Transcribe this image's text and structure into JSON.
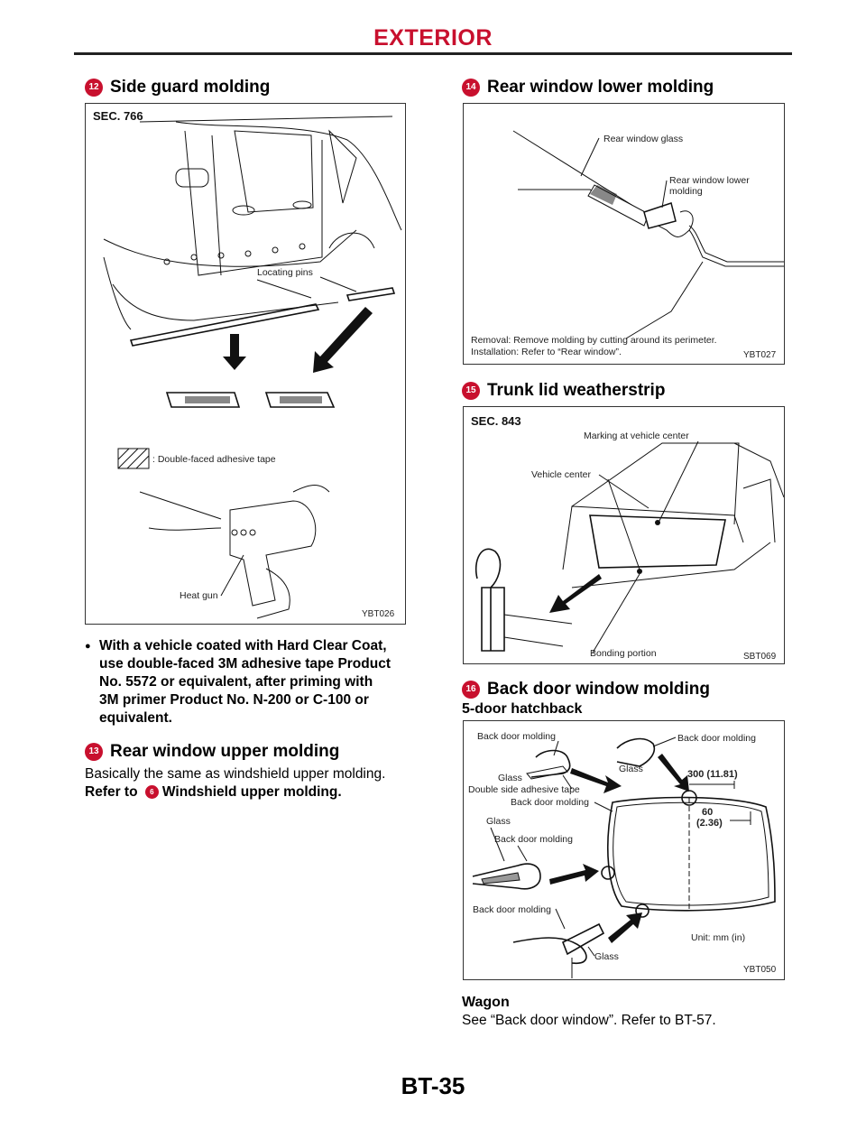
{
  "header": {
    "title": "EXTERIOR"
  },
  "footer": {
    "page": "BT-35"
  },
  "sections": {
    "s12": {
      "num": "12",
      "title": "Side guard molding"
    },
    "s13": {
      "num": "13",
      "title": "Rear window upper molding"
    },
    "s14": {
      "num": "14",
      "title": "Rear window lower molding"
    },
    "s15": {
      "num": "15",
      "title": "Trunk lid weatherstrip"
    },
    "s16": {
      "num": "16",
      "title": "Back door window molding"
    }
  },
  "fig1": {
    "sec": "SEC. 766",
    "locating_pins": "Locating pins",
    "tape": ": Double-faced adhesive tape",
    "heat_gun": "Heat gun",
    "code": "YBT026"
  },
  "bullet": {
    "mark": "●",
    "lines": [
      "With a vehicle coated with Hard Clear Coat,",
      "use double-faced 3M adhesive tape Product",
      "No. 5572 or equivalent, after priming with",
      "3M primer Product No. N-200 or C-100 or",
      "equivalent."
    ]
  },
  "s13_body": {
    "line1": "Basically the same as windshield upper molding.",
    "refer_prefix": "Refer to",
    "refer_num": "6",
    "refer_title": "Windshield upper molding."
  },
  "fig2": {
    "glass": "Rear window glass",
    "lower1": "Rear window lower",
    "lower2": "molding",
    "removal": "Removal: Remove molding by cutting around its perimeter.",
    "install": "Installation: Refer to “Rear window”.",
    "code": "YBT027"
  },
  "fig3": {
    "sec": "SEC. 843",
    "marking": "Marking at vehicle center",
    "center": "Vehicle center",
    "bonding": "Bonding portion",
    "code": "SBT069"
  },
  "s16_sub": "5-door hatchback",
  "fig4": {
    "bdm_top": "Back door molding",
    "bdm_right": "Back door molding",
    "glass1": "Glass",
    "glass2": "Glass",
    "dsat": "Double side adhesive tape",
    "bdm_mid": "Back door molding",
    "glass3": "Glass",
    "bdm_left": "Back door molding",
    "bdm_low": "Back door molding",
    "glass4": "Glass",
    "dim300": "300 (11.81)",
    "dim60a": "60",
    "dim60b": "(2.36)",
    "unit": "Unit: mm (in)",
    "code": "YBT050"
  },
  "wagon": {
    "title": "Wagon",
    "text": "See “Back door window”. Refer to BT-57."
  }
}
